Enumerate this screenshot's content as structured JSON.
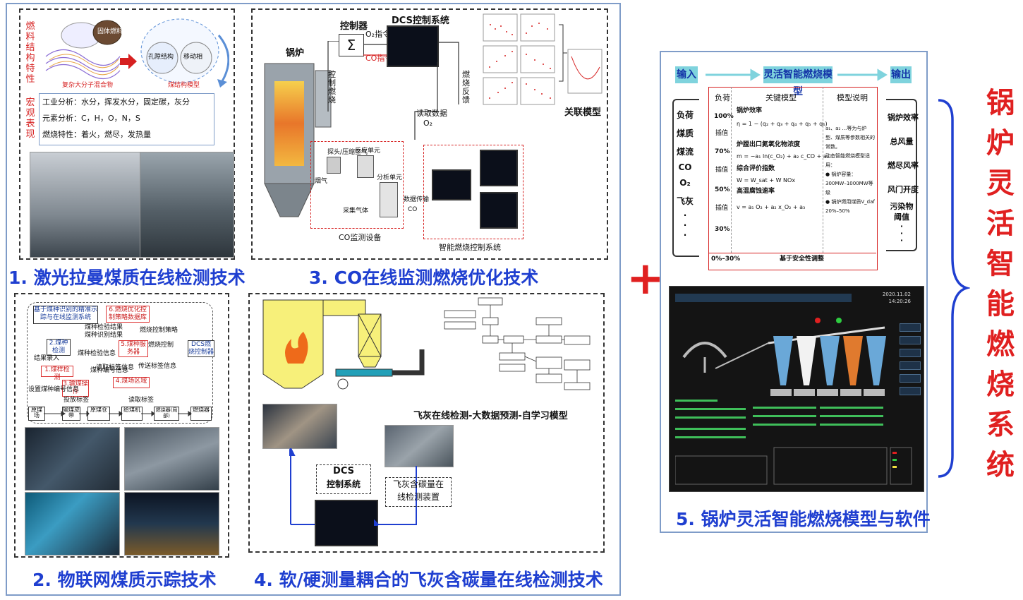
{
  "captions": {
    "sec1": "1. 激光拉曼煤质在线检测技术",
    "sec2": "2. 物联网煤质示踪技术",
    "sec3": "3. CO在线监测燃烧优化技术",
    "sec4": "4. 软/硬测量耦合的飞灰含碳量在线检测技术",
    "sec5": "5. 锅炉灵活智能燃烧模型与软件"
  },
  "big_title": [
    "锅",
    "炉",
    "灵",
    "活",
    "智",
    "能",
    "燃",
    "烧",
    "系",
    "统"
  ],
  "plus": "+",
  "sec1": {
    "vertical_a": [
      "燃",
      "料",
      "结",
      "构",
      "特",
      "性"
    ],
    "vertical_b": [
      "宏",
      "观",
      "表",
      "现"
    ],
    "molecule_left_label": "复杂大分子混合物",
    "molecule_right_label": "煤结构模型",
    "solid_fuel": "固体燃料",
    "circle_a": "孔隙结构",
    "circle_b": "移动相",
    "industrial": "工业分析：水分，挥发水分，固定碳，灰分",
    "elemental": "元素分析：C，H，O，N，S",
    "combustion": "燃烧特性：着火，燃尽，发热量"
  },
  "sec2": {
    "top_left": "基于煤种识别的精准示踪与在线监测系统",
    "top_right": "6.燃烧优化控制策略数据库",
    "labels": [
      "煤种检验结果",
      "煤种识别结果",
      "燃烧控制策略",
      "DCS燃烧控制器",
      "2.煤种检测",
      "5.煤种服务器",
      "煤种检验信息",
      "煤种编号信息",
      "1.煤样检测",
      "3.输煤操作",
      "4.煤场区域",
      "燃烧控制",
      "读取标签",
      "原煤场",
      "输煤皮带",
      "原煤仓",
      "给煤机",
      "燃烧器(局部)",
      "燃烧器",
      "结果录入",
      "设置煤种编号信息",
      "投放标签",
      "读取标签信息",
      "传送标签信息"
    ]
  },
  "sec3": {
    "boiler": "锅炉",
    "controller": "控制器",
    "dcs": "DCS控制系统",
    "o2_cmd": "O₂指令",
    "co_cmd": "CO指令",
    "control_fuel": [
      "控",
      "制",
      "燃",
      "烧"
    ],
    "fuel_feedback": [
      "燃",
      "烧",
      "反",
      "馈"
    ],
    "read_data": "读取数据",
    "o2": "O₂",
    "probe": "探头/压缩空气",
    "reaction_unit": "反应单元",
    "analysis_unit": "分析单元",
    "flue": "烟气",
    "sample_gas": "采集气体",
    "data_transfer": "数据传输",
    "co": "CO",
    "co_monitor": "CO监测设备",
    "smart_control": "智能燃烧控制系统",
    "corr_model": "关联模型"
  },
  "sec4": {
    "label_model": "飞灰在线检测-大数据预测-自学习模型",
    "dcs_title": "DCS",
    "dcs_sub": "控制系统",
    "device_line1": "飞灰含碳量在",
    "device_line2": "线检测装置"
  },
  "sec5": {
    "input": "输入",
    "model": "灵活智能燃烧模型",
    "output": "输出",
    "inputs": [
      "负荷",
      "煤质",
      "煤流",
      "CO",
      "O₂",
      "飞灰",
      "·",
      "·",
      "·"
    ],
    "outputs": [
      "锅炉效率",
      "总风量",
      "燃尽风率",
      "风门开度",
      "污染物",
      "阈值",
      "·",
      "·",
      "·"
    ],
    "table_head": [
      "负荷",
      "关键模型",
      "模型说明"
    ],
    "loads": [
      "100%",
      "70%",
      "50%",
      "30%"
    ],
    "between": "插值",
    "models": [
      "锅炉效率",
      "炉膛出口氮氧化物浓度",
      "综合评价指数",
      "高温腐蚀速率"
    ],
    "formulas": [
      "η = 1 − (q₂ + q₃ + q₄ + q₅ + q₆)",
      "m = −a₁ ln(c_O₂) + a₂ c_CO + a₃",
      "W = W_sat + W NOx",
      "v = a₁ O₂ + a₂ x_O₂ + a₃"
    ],
    "model_notes": [
      "a₁、a₂ …等为与炉型、煤质等参数相关的常数。",
      "动态智能燃烧模型适用：",
      "● 锅炉容量：",
      "300MW–1000MW等级",
      "● 锅炉燃用煤质V_daf",
      "20%–50%"
    ],
    "bottom_left": "0%–30%",
    "bottom_right": "基于安全性调整",
    "dcs_date": "2020.11.02",
    "dcs_time": "14:20:26"
  },
  "colors": {
    "caption_blue": "#1f3fd0",
    "title_red": "#e02020",
    "teal": "#7fd3dd",
    "panel_border": "#7f9cc8"
  }
}
